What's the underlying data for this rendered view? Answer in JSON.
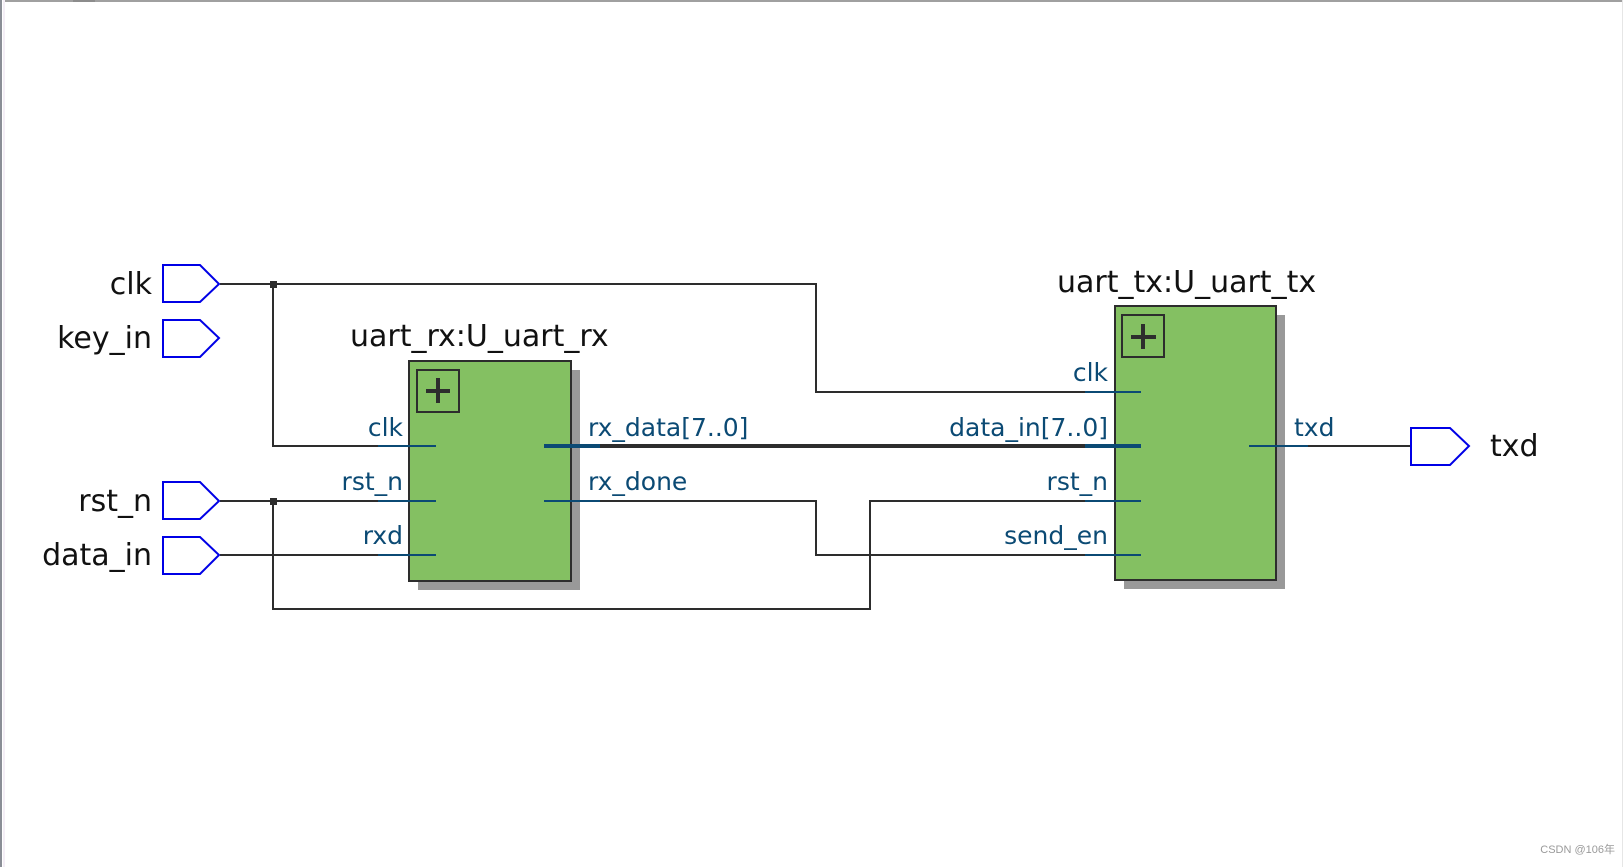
{
  "diagram": {
    "type": "RTL netlist schematic",
    "input_pins": [
      {
        "id": "clk",
        "label": "clk"
      },
      {
        "id": "key_in",
        "label": "key_in"
      },
      {
        "id": "rst_n",
        "label": "rst_n"
      },
      {
        "id": "data_in",
        "label": "data_in"
      }
    ],
    "output_pins": [
      {
        "id": "txd",
        "label": "txd"
      }
    ],
    "instances": [
      {
        "id": "uart_rx",
        "label": "uart_rx:U_uart_rx",
        "inputs": [
          "clk",
          "rst_n",
          "rxd"
        ],
        "outputs": [
          "rx_data[7..0]",
          "rx_done"
        ]
      },
      {
        "id": "uart_tx",
        "label": "uart_tx:U_uart_tx",
        "inputs": [
          "clk",
          "data_in[7..0]",
          "rst_n",
          "send_en"
        ],
        "outputs": [
          "txd"
        ]
      }
    ],
    "connections": [
      {
        "from": "clk",
        "to": [
          "uart_rx.clk",
          "uart_tx.clk"
        ]
      },
      {
        "from": "rst_n",
        "to": [
          "uart_rx.rst_n",
          "uart_tx.rst_n"
        ]
      },
      {
        "from": "data_in",
        "to": [
          "uart_rx.rxd"
        ]
      },
      {
        "from": "uart_rx.rx_data[7..0]",
        "to": [
          "uart_tx.data_in[7..0]"
        ],
        "bus": true
      },
      {
        "from": "uart_rx.rx_done",
        "to": [
          "uart_tx.send_en"
        ]
      },
      {
        "from": "uart_tx.txd",
        "to": [
          "txd"
        ]
      }
    ],
    "colors": {
      "block_fill": "#84c062",
      "pin_outline": "#0000e6",
      "port_text": "#0b4a74",
      "wire": "#2d2d2d"
    }
  },
  "watermark": "CSDN @106年"
}
